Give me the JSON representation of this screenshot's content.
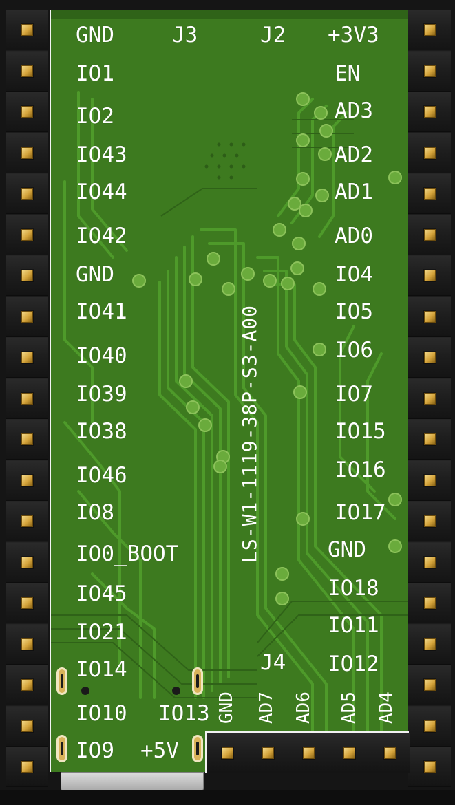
{
  "board": {
    "part_number": "LS-W1-1119-38P-S3-A00",
    "connectors": {
      "j3": "J3",
      "j2": "J2",
      "j4": "J4"
    },
    "left_labels": [
      "GND",
      "IO1",
      "IO2",
      "IO43",
      "IO44",
      "IO42",
      "GND",
      "IO41",
      "IO40",
      "IO39",
      "IO38",
      "IO46",
      "IO8",
      "IO0_BOOT",
      "IO45",
      "IO21",
      "IO14",
      "IO10",
      "IO9"
    ],
    "right_labels": [
      "+3V3",
      "EN",
      "AD3",
      "AD2",
      "AD1",
      "AD0",
      "IO4",
      "IO5",
      "IO6",
      "IO7",
      "IO15",
      "IO16",
      "IO17",
      "GND",
      "IO18",
      "IO11",
      "IO12"
    ],
    "bottom_inline": {
      "io13": "IO13",
      "plus5v": "+5V"
    },
    "bottom_vertical_labels": [
      "GND",
      "AD7",
      "AD6",
      "AD5",
      "AD4"
    ]
  },
  "colors": {
    "pcb_green": "#3d7a1f",
    "silkscreen": "#ffffff",
    "pin_gold": "#d5a43b",
    "header_black": "#1c1c1c"
  }
}
